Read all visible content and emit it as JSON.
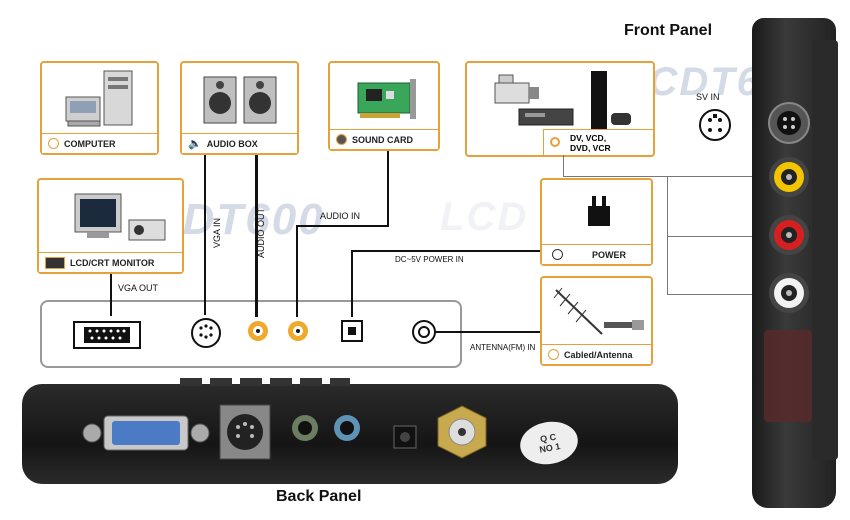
{
  "titles": {
    "front_panel": "Front Panel",
    "back_panel": "Back Panel"
  },
  "watermark": {
    "text_main": "LCDT600",
    "text_faint": "LCD"
  },
  "devices": {
    "computer": "COMPUTER",
    "audio_box": "AUDIO BOX",
    "sound_card": "SOUND CARD",
    "dv": "DV, VCD,",
    "dv_line2": "DVD, VCR",
    "monitor": "LCD/CRT MONITOR",
    "power": "POWER",
    "antenna": "Cabled/Antenna"
  },
  "wires": {
    "vga_in": "VGA IN",
    "audio_out": "AUDIO OUT",
    "audio_in": "AUDIO IN",
    "vga_out": "VGA OUT",
    "dc_power_in": "DC~5V POWER IN",
    "antenna_in": "ANTENNA(FM) IN",
    "sv_in": "SV IN"
  },
  "back_panel": {
    "qc_line1": "Q C",
    "qc_line2": "NO 1"
  },
  "colors": {
    "orange_border": "#e6a13a",
    "rca_yellow": "#f3c400",
    "rca_red": "#d42020",
    "rca_white": "#f2f2f2"
  }
}
